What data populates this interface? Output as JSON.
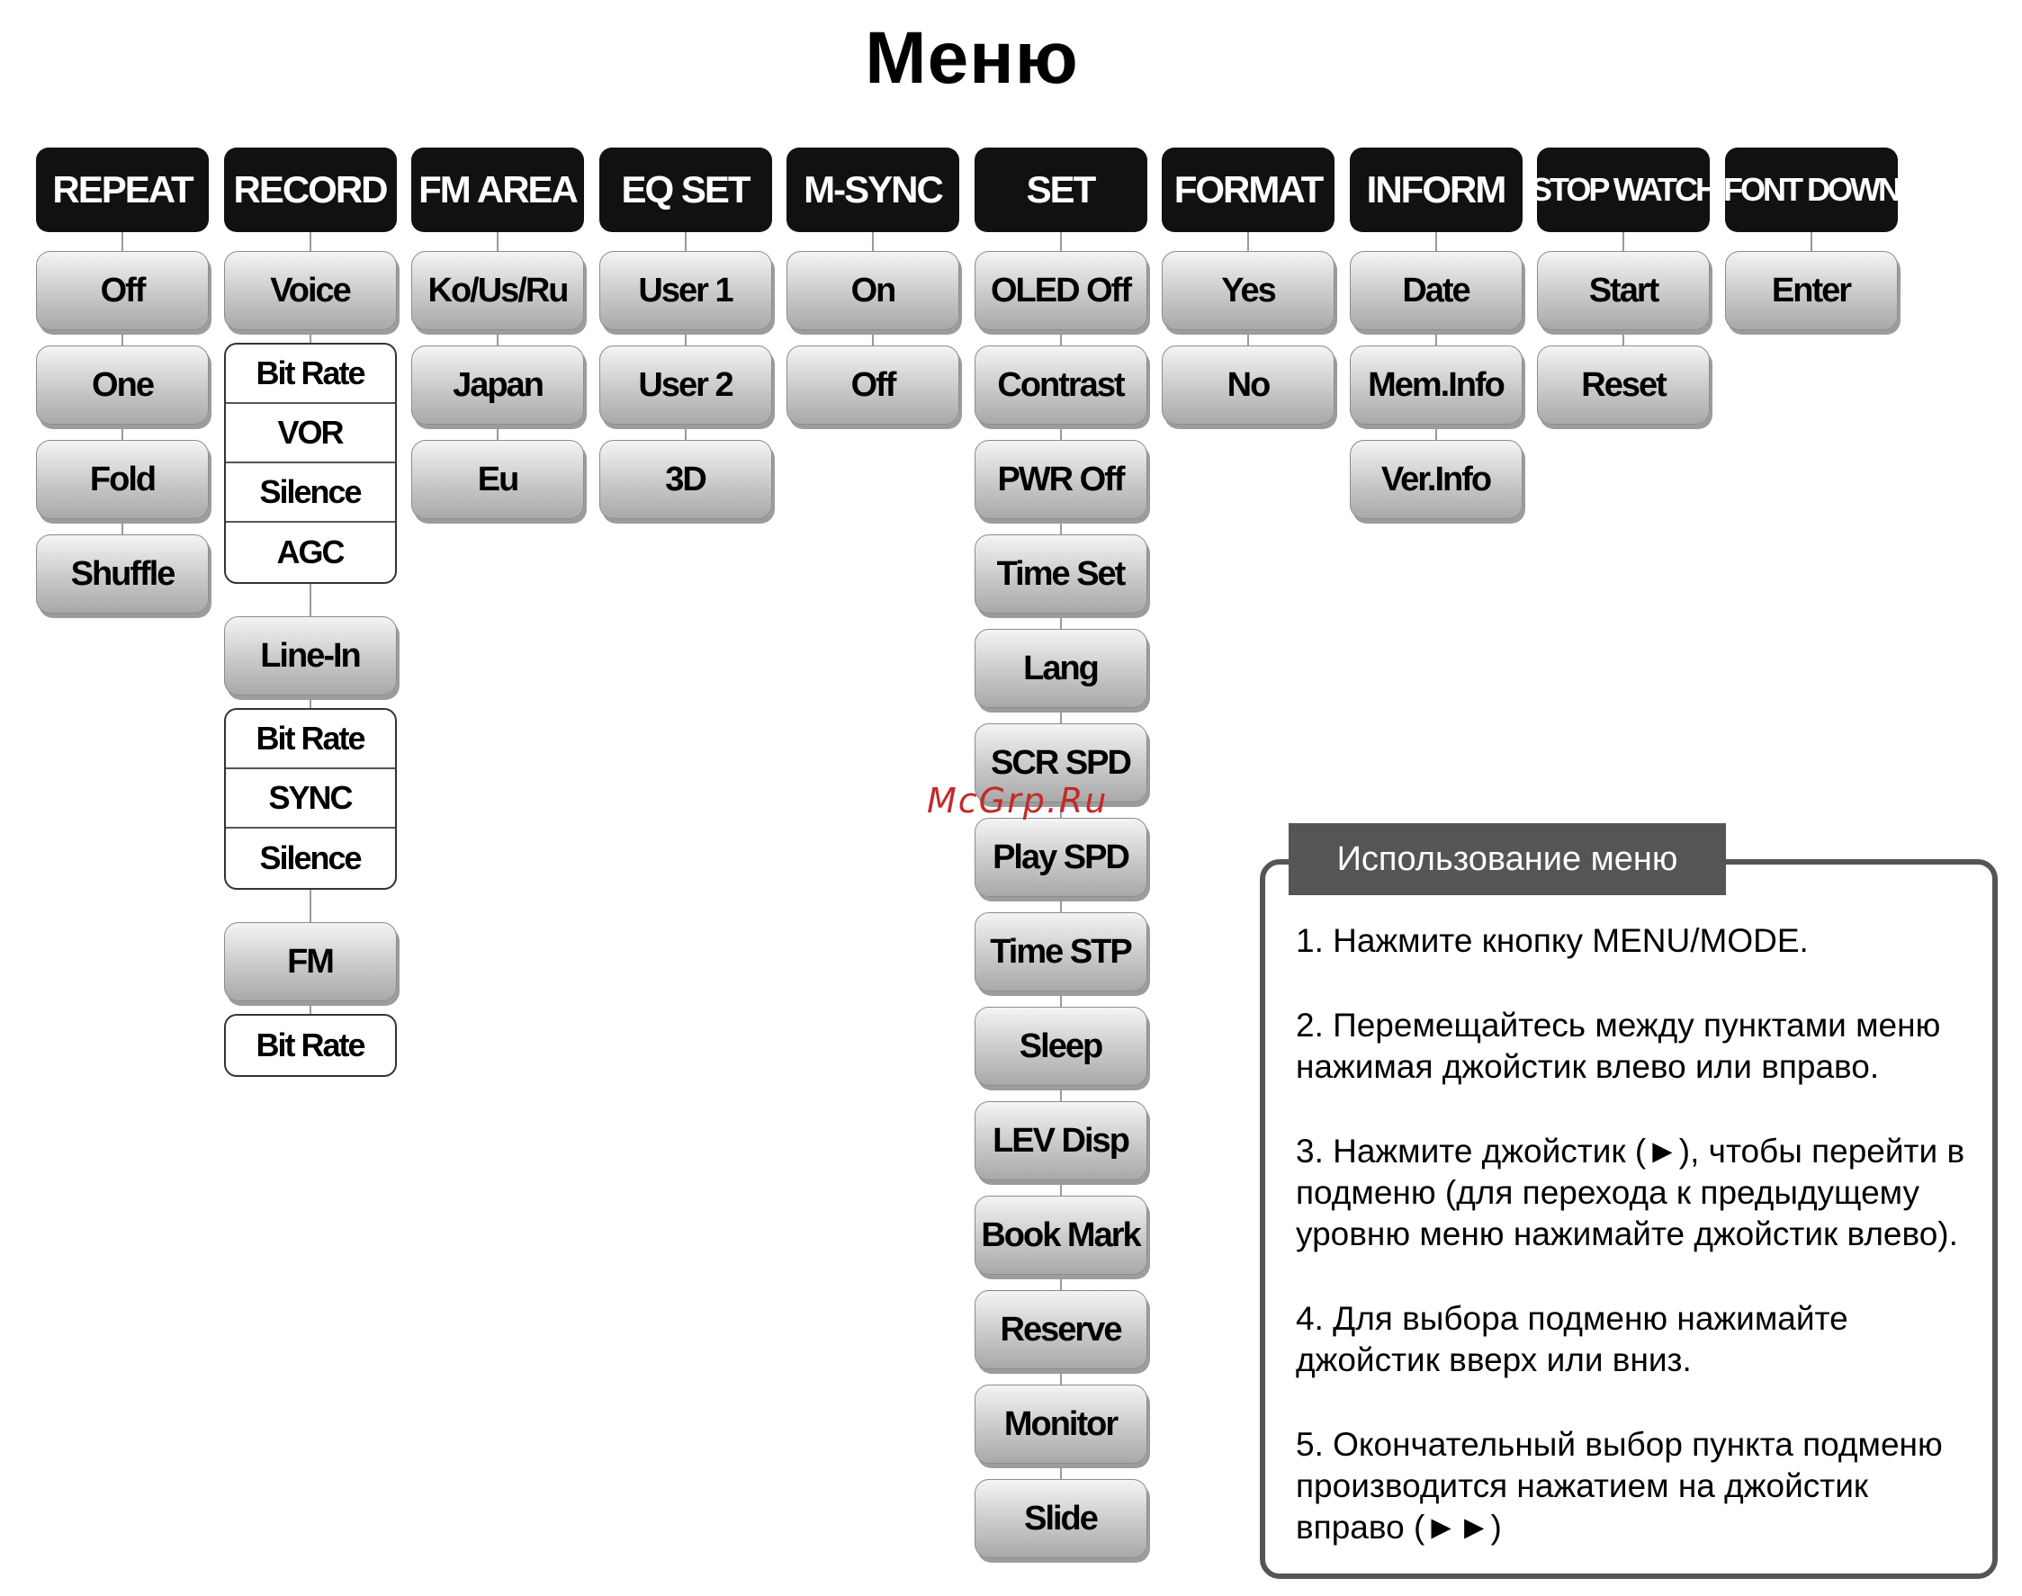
{
  "title": "Меню",
  "watermark": "McGrp.Ru",
  "columns": [
    {
      "header": "REPEAT",
      "children": [
        {
          "type": "btn",
          "label": "Off"
        },
        {
          "type": "btn",
          "label": "One"
        },
        {
          "type": "btn",
          "label": "Fold"
        },
        {
          "type": "btn",
          "label": "Shuffle"
        }
      ]
    },
    {
      "header": "RECORD",
      "children": [
        {
          "type": "btn",
          "label": "Voice"
        },
        {
          "type": "group",
          "items": [
            "Bit Rate",
            "VOR",
            "Silence",
            "AGC"
          ]
        },
        {
          "type": "btn",
          "label": "Line-In"
        },
        {
          "type": "group",
          "items": [
            "Bit Rate",
            "SYNC",
            "Silence"
          ]
        },
        {
          "type": "btn",
          "label": "FM"
        },
        {
          "type": "group",
          "items": [
            "Bit Rate"
          ]
        }
      ]
    },
    {
      "header": "FM AREA",
      "children": [
        {
          "type": "btn",
          "label": "Ko/Us/Ru"
        },
        {
          "type": "btn",
          "label": "Japan"
        },
        {
          "type": "btn",
          "label": "Eu"
        }
      ]
    },
    {
      "header": "EQ SET",
      "children": [
        {
          "type": "btn",
          "label": "User 1"
        },
        {
          "type": "btn",
          "label": "User 2"
        },
        {
          "type": "btn",
          "label": "3D"
        }
      ]
    },
    {
      "header": "M-SYNC",
      "children": [
        {
          "type": "btn",
          "label": "On"
        },
        {
          "type": "btn",
          "label": "Off"
        }
      ]
    },
    {
      "header": "SET",
      "children": [
        {
          "type": "btn",
          "label": "OLED Off"
        },
        {
          "type": "btn",
          "label": "Contrast"
        },
        {
          "type": "btn",
          "label": "PWR Off"
        },
        {
          "type": "btn",
          "label": "Time Set"
        },
        {
          "type": "btn",
          "label": "Lang"
        },
        {
          "type": "btn",
          "label": "SCR SPD"
        },
        {
          "type": "btn",
          "label": "Play SPD"
        },
        {
          "type": "btn",
          "label": "Time STP"
        },
        {
          "type": "btn",
          "label": "Sleep"
        },
        {
          "type": "btn",
          "label": "LEV Disp"
        },
        {
          "type": "btn",
          "label": "Book Mark"
        },
        {
          "type": "btn",
          "label": "Reserve"
        },
        {
          "type": "btn",
          "label": "Monitor"
        },
        {
          "type": "btn",
          "label": "Slide"
        }
      ]
    },
    {
      "header": "FORMAT",
      "children": [
        {
          "type": "btn",
          "label": "Yes"
        },
        {
          "type": "btn",
          "label": "No"
        }
      ]
    },
    {
      "header": "INFORM",
      "children": [
        {
          "type": "btn",
          "label": "Date"
        },
        {
          "type": "btn",
          "label": "Mem.Info"
        },
        {
          "type": "btn",
          "label": "Ver.Info"
        }
      ]
    },
    {
      "header": "STOP WATCH",
      "children": [
        {
          "type": "btn",
          "label": "Start"
        },
        {
          "type": "btn",
          "label": "Reset"
        }
      ]
    },
    {
      "header": "FONT DOWN",
      "children": [
        {
          "type": "btn",
          "label": "Enter"
        }
      ]
    }
  ],
  "info": {
    "title": "Использование меню",
    "items": [
      "1. Нажмите кнопку MENU/MODE.",
      "2. Перемещайтесь между пунктами меню нажимая джойстик влево или вправо.",
      "3. Нажмите джойстик (►), чтобы перейти в подменю (для перехода к предыдущему уровню меню нажимайте джойстик влево).",
      "4. Для выбора подменю нажимайте джойстик вверх или вниз.",
      "5. Окончательный выбор пункта подменю производится нажатием на джойстик вправо (►►)"
    ]
  }
}
